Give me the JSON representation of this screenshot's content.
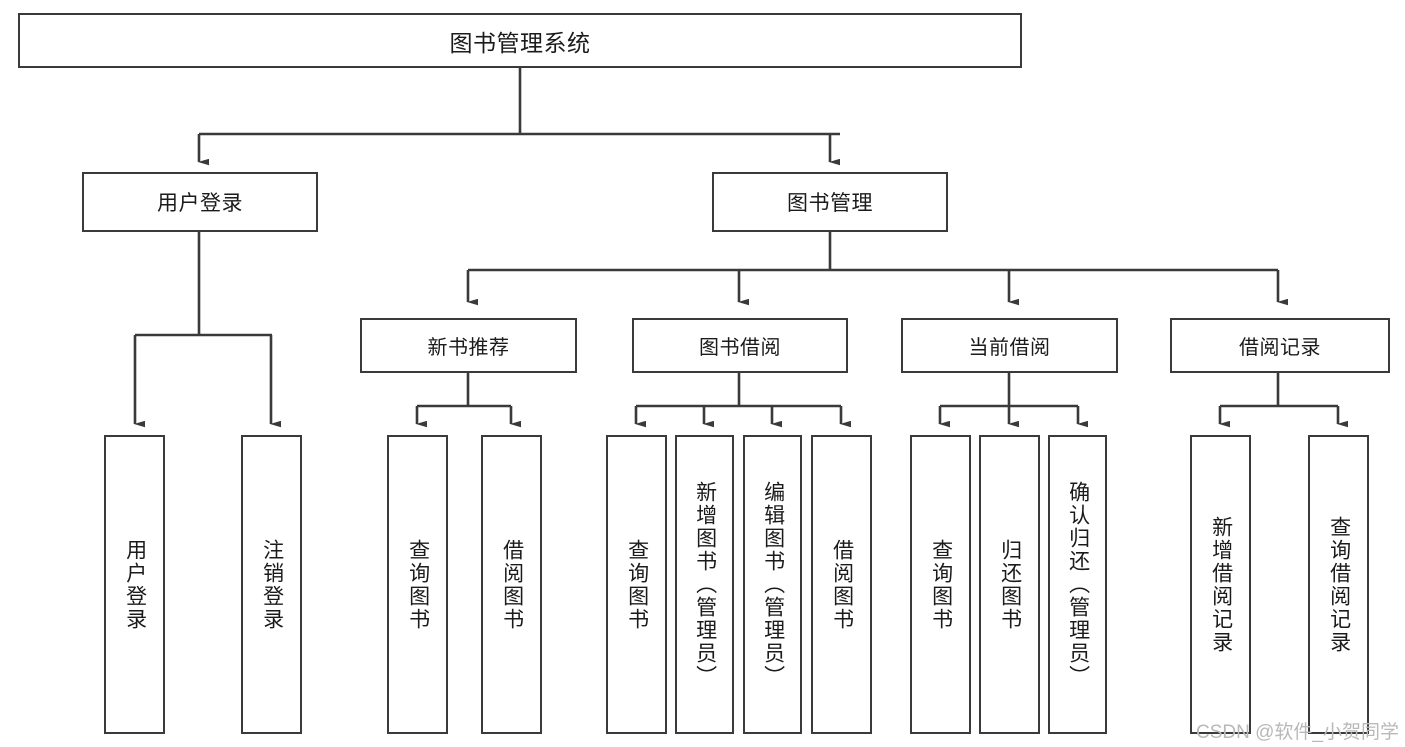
{
  "diagram": {
    "title": "图书管理系统",
    "type": "tree",
    "watermark": "CSDN @软件_小贺同学",
    "colors": {
      "stroke": "#3a3a3a",
      "fill": "#ffffff",
      "text": "#1b1b1b",
      "watermark": "#b9b9b9"
    },
    "nodes": {
      "root": "图书管理系统",
      "user_login": "用户登录",
      "book_manage": "图书管理",
      "new_book_rec": "新书推荐",
      "book_borrow": "图书借阅",
      "current_borrow": "当前借阅",
      "borrow_record": "借阅记录",
      "leaf_user_login": "用户登录",
      "leaf_logout": "注销登录",
      "leaf_query_book_1": "查询图书",
      "leaf_borrow_book_1": "借阅图书",
      "leaf_query_book_2": "查询图书",
      "leaf_add_book": "新增图书（管理员）",
      "leaf_edit_book": "编辑图书（管理员）",
      "leaf_borrow_book_2": "借阅图书",
      "leaf_query_book_3": "查询图书",
      "leaf_return_book": "归还图书",
      "leaf_confirm_return": "确认归还（管理员）",
      "leaf_add_record": "新增借阅记录",
      "leaf_query_record": "查询借阅记录"
    }
  }
}
